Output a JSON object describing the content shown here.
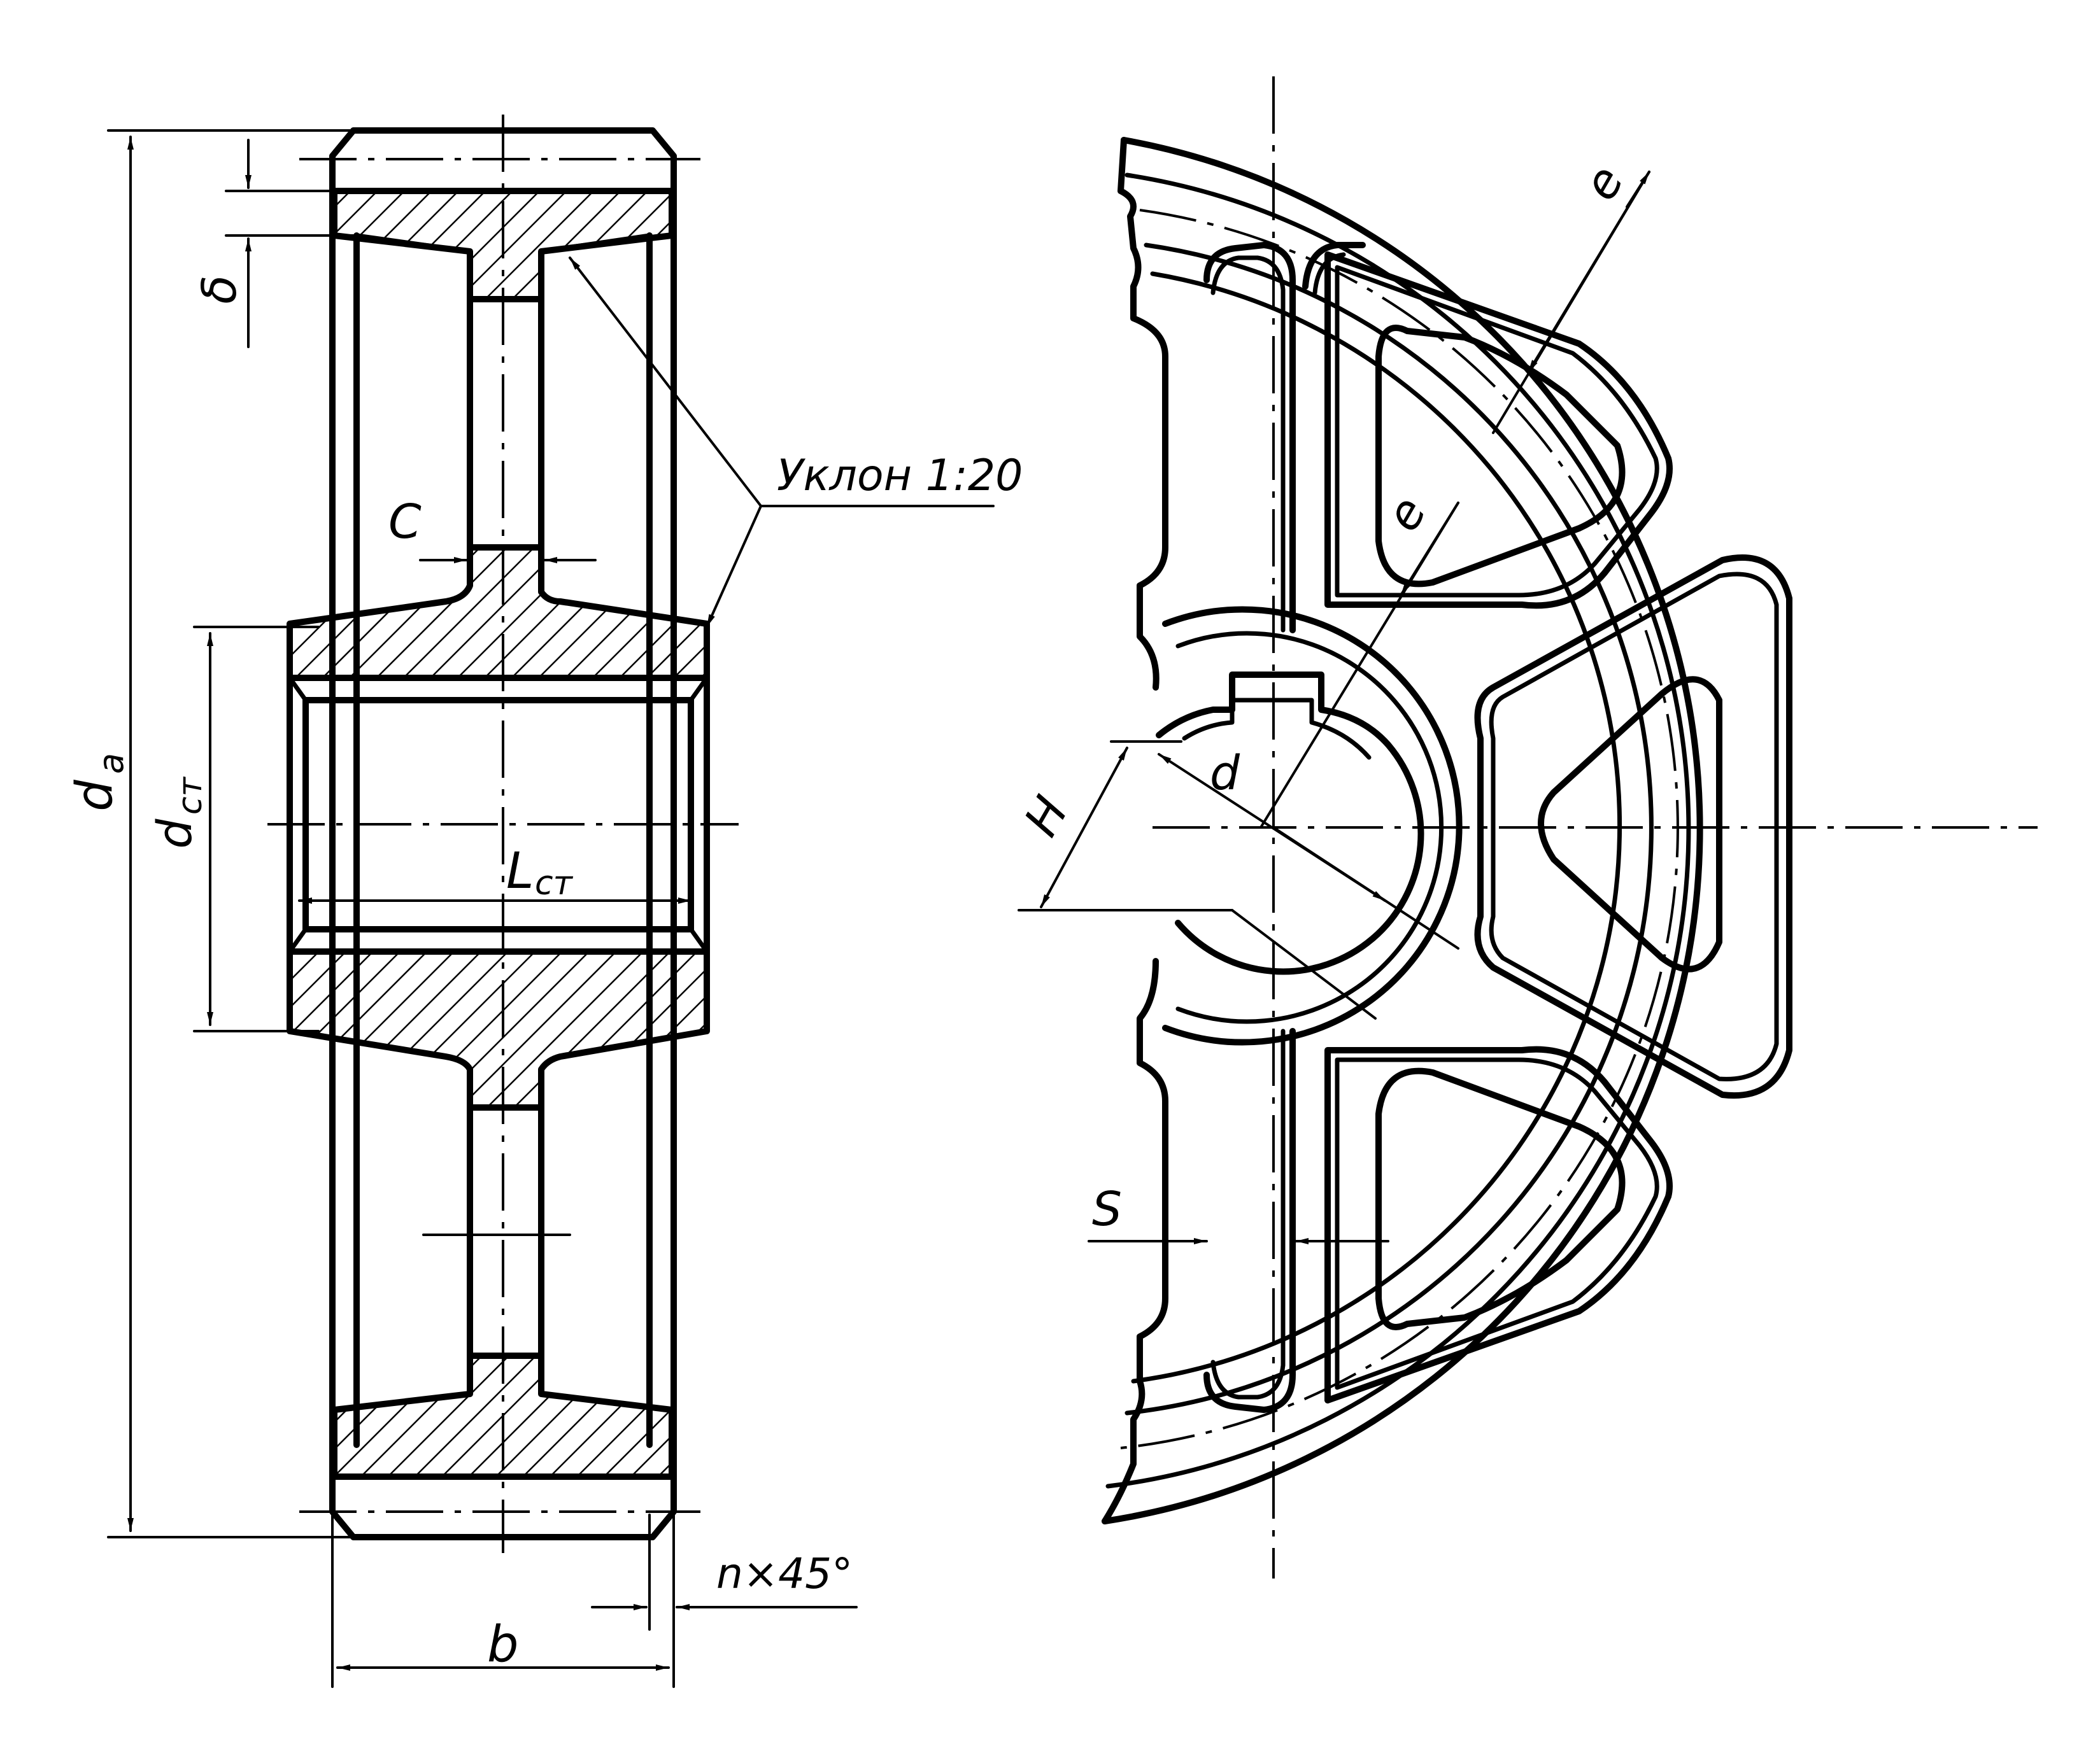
{
  "labels": {
    "da": "d",
    "da_sub": "a",
    "delta": "δ",
    "c": "C",
    "slope": "Уклон 1:20",
    "dst": "d",
    "dst_sub": "ст",
    "lst": "L",
    "lst_sub": "ст",
    "b": "b",
    "chamfer": "n×45°",
    "e_outer": "e",
    "e_inner": "e",
    "d": "d",
    "h": "H",
    "s": "S"
  }
}
